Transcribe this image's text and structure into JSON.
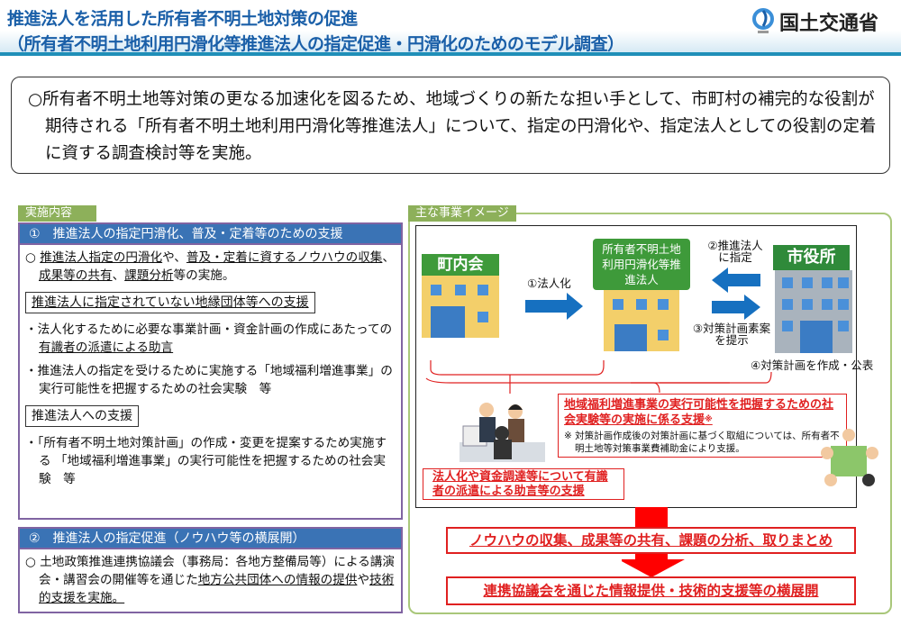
{
  "header": {
    "title_line1": "推進法人を活用した所有者不明土地対策の促進",
    "title_line2": "（所有者不明土地利用円滑化等推進法人の指定促進・円滑化のためのモデル調査）",
    "logo_text": "国土交通省"
  },
  "summary": {
    "text": "○所有者不明土地等対策の更なる加速化を図るため、地域づくりの新たな担い手として、市町村の補完的な役割が期待される「所有者不明土地利用円滑化等推進法人」について、指定の円滑化や、指定法人としての役割の定着に資する調査検討等を実施。"
  },
  "left": {
    "tab": "実施内容",
    "section1": {
      "heading": "①　推進法人の指定円滑化、普及・定着等のための支援",
      "bullet1": [
        "○ ",
        "推進法人指定の円滑化",
        "や、",
        "普及・定着に資するノウハウの収集",
        "、",
        "成果等の共有",
        "、",
        "課題分析",
        "等の実施。"
      ],
      "sub1": "推進法人に指定されていない地縁団体等への支援",
      "sub1_items": [
        [
          "・法人化するために必要な事業計画・資金計画の作成にあたっての",
          "有識者の派遣による助言"
        ],
        "・推進法人の指定を受けるために実施する「地域福利増進事業」の実行可能性を把握するための社会実験　等"
      ],
      "sub2": "推進法人への支援",
      "sub2_items": [
        "・「所有者不明土地対策計画」の作成・変更を提案するため実施する 「地域福利増進事業」の実行可能性を把握するための社会実験　等"
      ]
    },
    "section2": {
      "heading": "②　推進法人の指定促進（ノウハウ等の横展開）",
      "bullet": [
        "○ 土地政策推進連携協議会（事務局：各地方整備局等）による講演会・講習会の開催等を通じた",
        "地方公共団体への情報の提供",
        "や",
        "技術的支援を実施。"
      ]
    }
  },
  "right": {
    "tab": "主な事業イメージ",
    "chonaikai": "町内会",
    "suishin_houjin": "所有者不明土地利用円滑化等推進法人",
    "shiyakusho": "市役所",
    "step1": "①法人化",
    "step2": "②推進法人に指定",
    "step3": "③対策計画素案を提示",
    "step4": "④対策計画を作成・公表",
    "support_experiment": "地域福利増進事業の実行可能性を把握するための社会実験等の実施に係る支援",
    "support_mark": "※",
    "note": "※ 対策計画作成後の対策計画に基づく取組については、所有者不明土地等対策事業費補助金により支援。",
    "support_advice": "法人化や資金調達等について有識者の派遣による助言等の支援",
    "result1": "ノウハウの収集、成果等の共有、課題の分析、取りまとめ",
    "result2": "連携協議会を通じた情報提供・技術的支援等の横展開"
  },
  "colors": {
    "title": "#1a5fa8",
    "section_header": "#3a73b5",
    "tab_green": "#8db05a",
    "red": "#e02020",
    "arrow_blue": "#1670c0"
  }
}
